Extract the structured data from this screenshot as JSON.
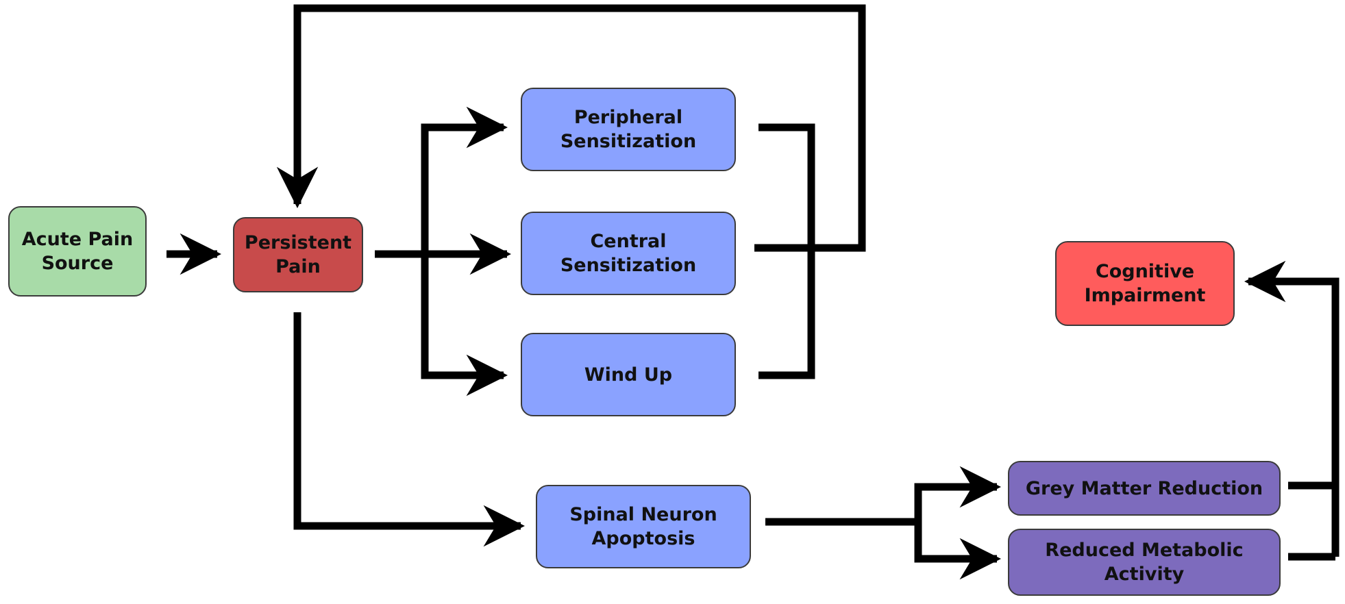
{
  "nodes": {
    "acute_pain_source": {
      "label": "Acute Pain\nSource",
      "color": "#a8dba8"
    },
    "persistent_pain": {
      "label": "Persistent\nPain",
      "color": "#c84b4b"
    },
    "peripheral_sensitization": {
      "label": "Peripheral\nSensitization",
      "color": "#8aa2ff"
    },
    "central_sensitization": {
      "label": "Central\nSensitization",
      "color": "#8aa2ff"
    },
    "wind_up": {
      "label": "Wind Up",
      "color": "#8aa2ff"
    },
    "spinal_neuron_apoptosis": {
      "label": "Spinal Neuron\nApoptosis",
      "color": "#8aa2ff"
    },
    "cognitive_impairment": {
      "label": "Cognitive\nImpairment",
      "color": "#ff5c5c"
    },
    "grey_matter_reduction": {
      "label": "Grey Matter Reduction",
      "color": "#7d6bbd"
    },
    "reduced_metabolic_activity": {
      "label": "Reduced Metabolic\nActivity",
      "color": "#7d6bbd"
    }
  },
  "edges": [
    {
      "from": "acute_pain_source",
      "to": "persistent_pain"
    },
    {
      "from": "persistent_pain",
      "to": "peripheral_sensitization"
    },
    {
      "from": "persistent_pain",
      "to": "central_sensitization"
    },
    {
      "from": "persistent_pain",
      "to": "wind_up"
    },
    {
      "from": "peripheral_sensitization",
      "to": "persistent_pain"
    },
    {
      "from": "central_sensitization",
      "to": "persistent_pain"
    },
    {
      "from": "wind_up",
      "to": "persistent_pain"
    },
    {
      "from": "persistent_pain",
      "to": "spinal_neuron_apoptosis"
    },
    {
      "from": "spinal_neuron_apoptosis",
      "to": "grey_matter_reduction"
    },
    {
      "from": "spinal_neuron_apoptosis",
      "to": "reduced_metabolic_activity"
    },
    {
      "from": "grey_matter_reduction",
      "to": "cognitive_impairment"
    },
    {
      "from": "reduced_metabolic_activity",
      "to": "cognitive_impairment"
    }
  ],
  "colors": {
    "connector": "#000000",
    "node_border": "#3a3a3a"
  }
}
